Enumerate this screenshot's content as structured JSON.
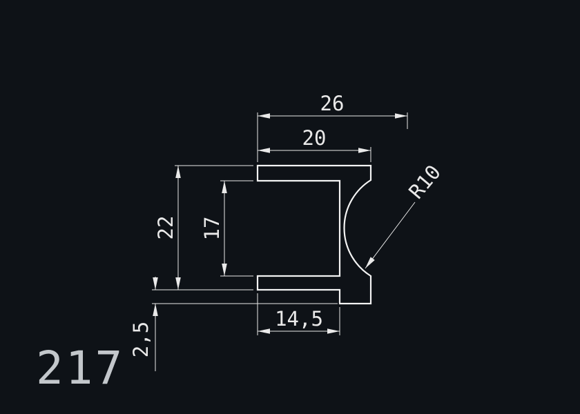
{
  "drawing": {
    "part_number": "217",
    "dimensions": {
      "overall_width": "26",
      "top_width": "20",
      "overall_height": "22",
      "inner_height": "17",
      "bottom_width": "14,5",
      "bottom_step": "2,5",
      "groove_radius": "R10"
    },
    "colors": {
      "background": "#0e1217",
      "outline": "#f4f4f4",
      "dimension": "#e9e9e9",
      "part_number": "#c3c7cb"
    }
  }
}
